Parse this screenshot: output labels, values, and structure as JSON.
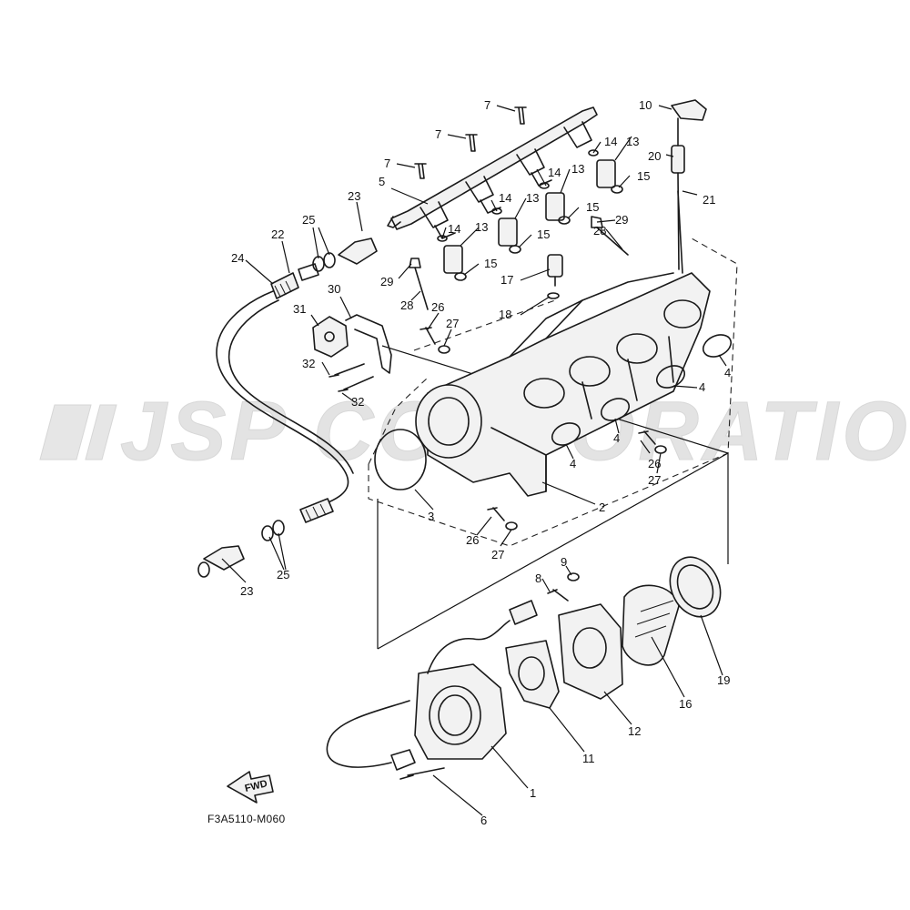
{
  "watermark": {
    "text": "JSP CORPORATION"
  },
  "diagram_code": "F3A5110-M060",
  "fwd_label": "FWD",
  "callouts": [
    {
      "id": "c7a",
      "label": "7"
    },
    {
      "id": "c7b",
      "label": "7"
    },
    {
      "id": "c7c",
      "label": "7"
    },
    {
      "id": "c10",
      "label": "10"
    },
    {
      "id": "c20",
      "label": "20"
    },
    {
      "id": "c21",
      "label": "21"
    },
    {
      "id": "c14a",
      "label": "14"
    },
    {
      "id": "c13a",
      "label": "13"
    },
    {
      "id": "c15a",
      "label": "15"
    },
    {
      "id": "c14b",
      "label": "14"
    },
    {
      "id": "c13b",
      "label": "13"
    },
    {
      "id": "c14c",
      "label": "14"
    },
    {
      "id": "c13c",
      "label": "13"
    },
    {
      "id": "c15b",
      "label": "15"
    },
    {
      "id": "c14d",
      "label": "14"
    },
    {
      "id": "c13d",
      "label": "13"
    },
    {
      "id": "c15c",
      "label": "15"
    },
    {
      "id": "c15d",
      "label": "15"
    },
    {
      "id": "c5",
      "label": "5"
    },
    {
      "id": "c23a",
      "label": "23"
    },
    {
      "id": "c25a",
      "label": "25"
    },
    {
      "id": "c22",
      "label": "22"
    },
    {
      "id": "c24",
      "label": "24"
    },
    {
      "id": "c29a",
      "label": "29"
    },
    {
      "id": "c28a",
      "label": "28"
    },
    {
      "id": "c29b",
      "label": "29"
    },
    {
      "id": "c28b",
      "label": "28"
    },
    {
      "id": "c17",
      "label": "17"
    },
    {
      "id": "c18",
      "label": "18"
    },
    {
      "id": "c30",
      "label": "30"
    },
    {
      "id": "c31",
      "label": "31"
    },
    {
      "id": "c26a",
      "label": "26"
    },
    {
      "id": "c27a",
      "label": "27"
    },
    {
      "id": "c32a",
      "label": "32"
    },
    {
      "id": "c32b",
      "label": "32"
    },
    {
      "id": "c4a",
      "label": "4"
    },
    {
      "id": "c4b",
      "label": "4"
    },
    {
      "id": "c4c",
      "label": "4"
    },
    {
      "id": "c4d",
      "label": "4"
    },
    {
      "id": "c26b",
      "label": "26"
    },
    {
      "id": "c27b",
      "label": "27"
    },
    {
      "id": "c3",
      "label": "3"
    },
    {
      "id": "c2",
      "label": "2"
    },
    {
      "id": "c26c",
      "label": "26"
    },
    {
      "id": "c27c",
      "label": "27"
    },
    {
      "id": "c23b",
      "label": "23"
    },
    {
      "id": "c25b",
      "label": "25"
    },
    {
      "id": "c8",
      "label": "8"
    },
    {
      "id": "c9",
      "label": "9"
    },
    {
      "id": "c16",
      "label": "16"
    },
    {
      "id": "c19",
      "label": "19"
    },
    {
      "id": "c12",
      "label": "12"
    },
    {
      "id": "c11",
      "label": "11"
    },
    {
      "id": "c1",
      "label": "1"
    },
    {
      "id": "c6",
      "label": "6"
    }
  ]
}
